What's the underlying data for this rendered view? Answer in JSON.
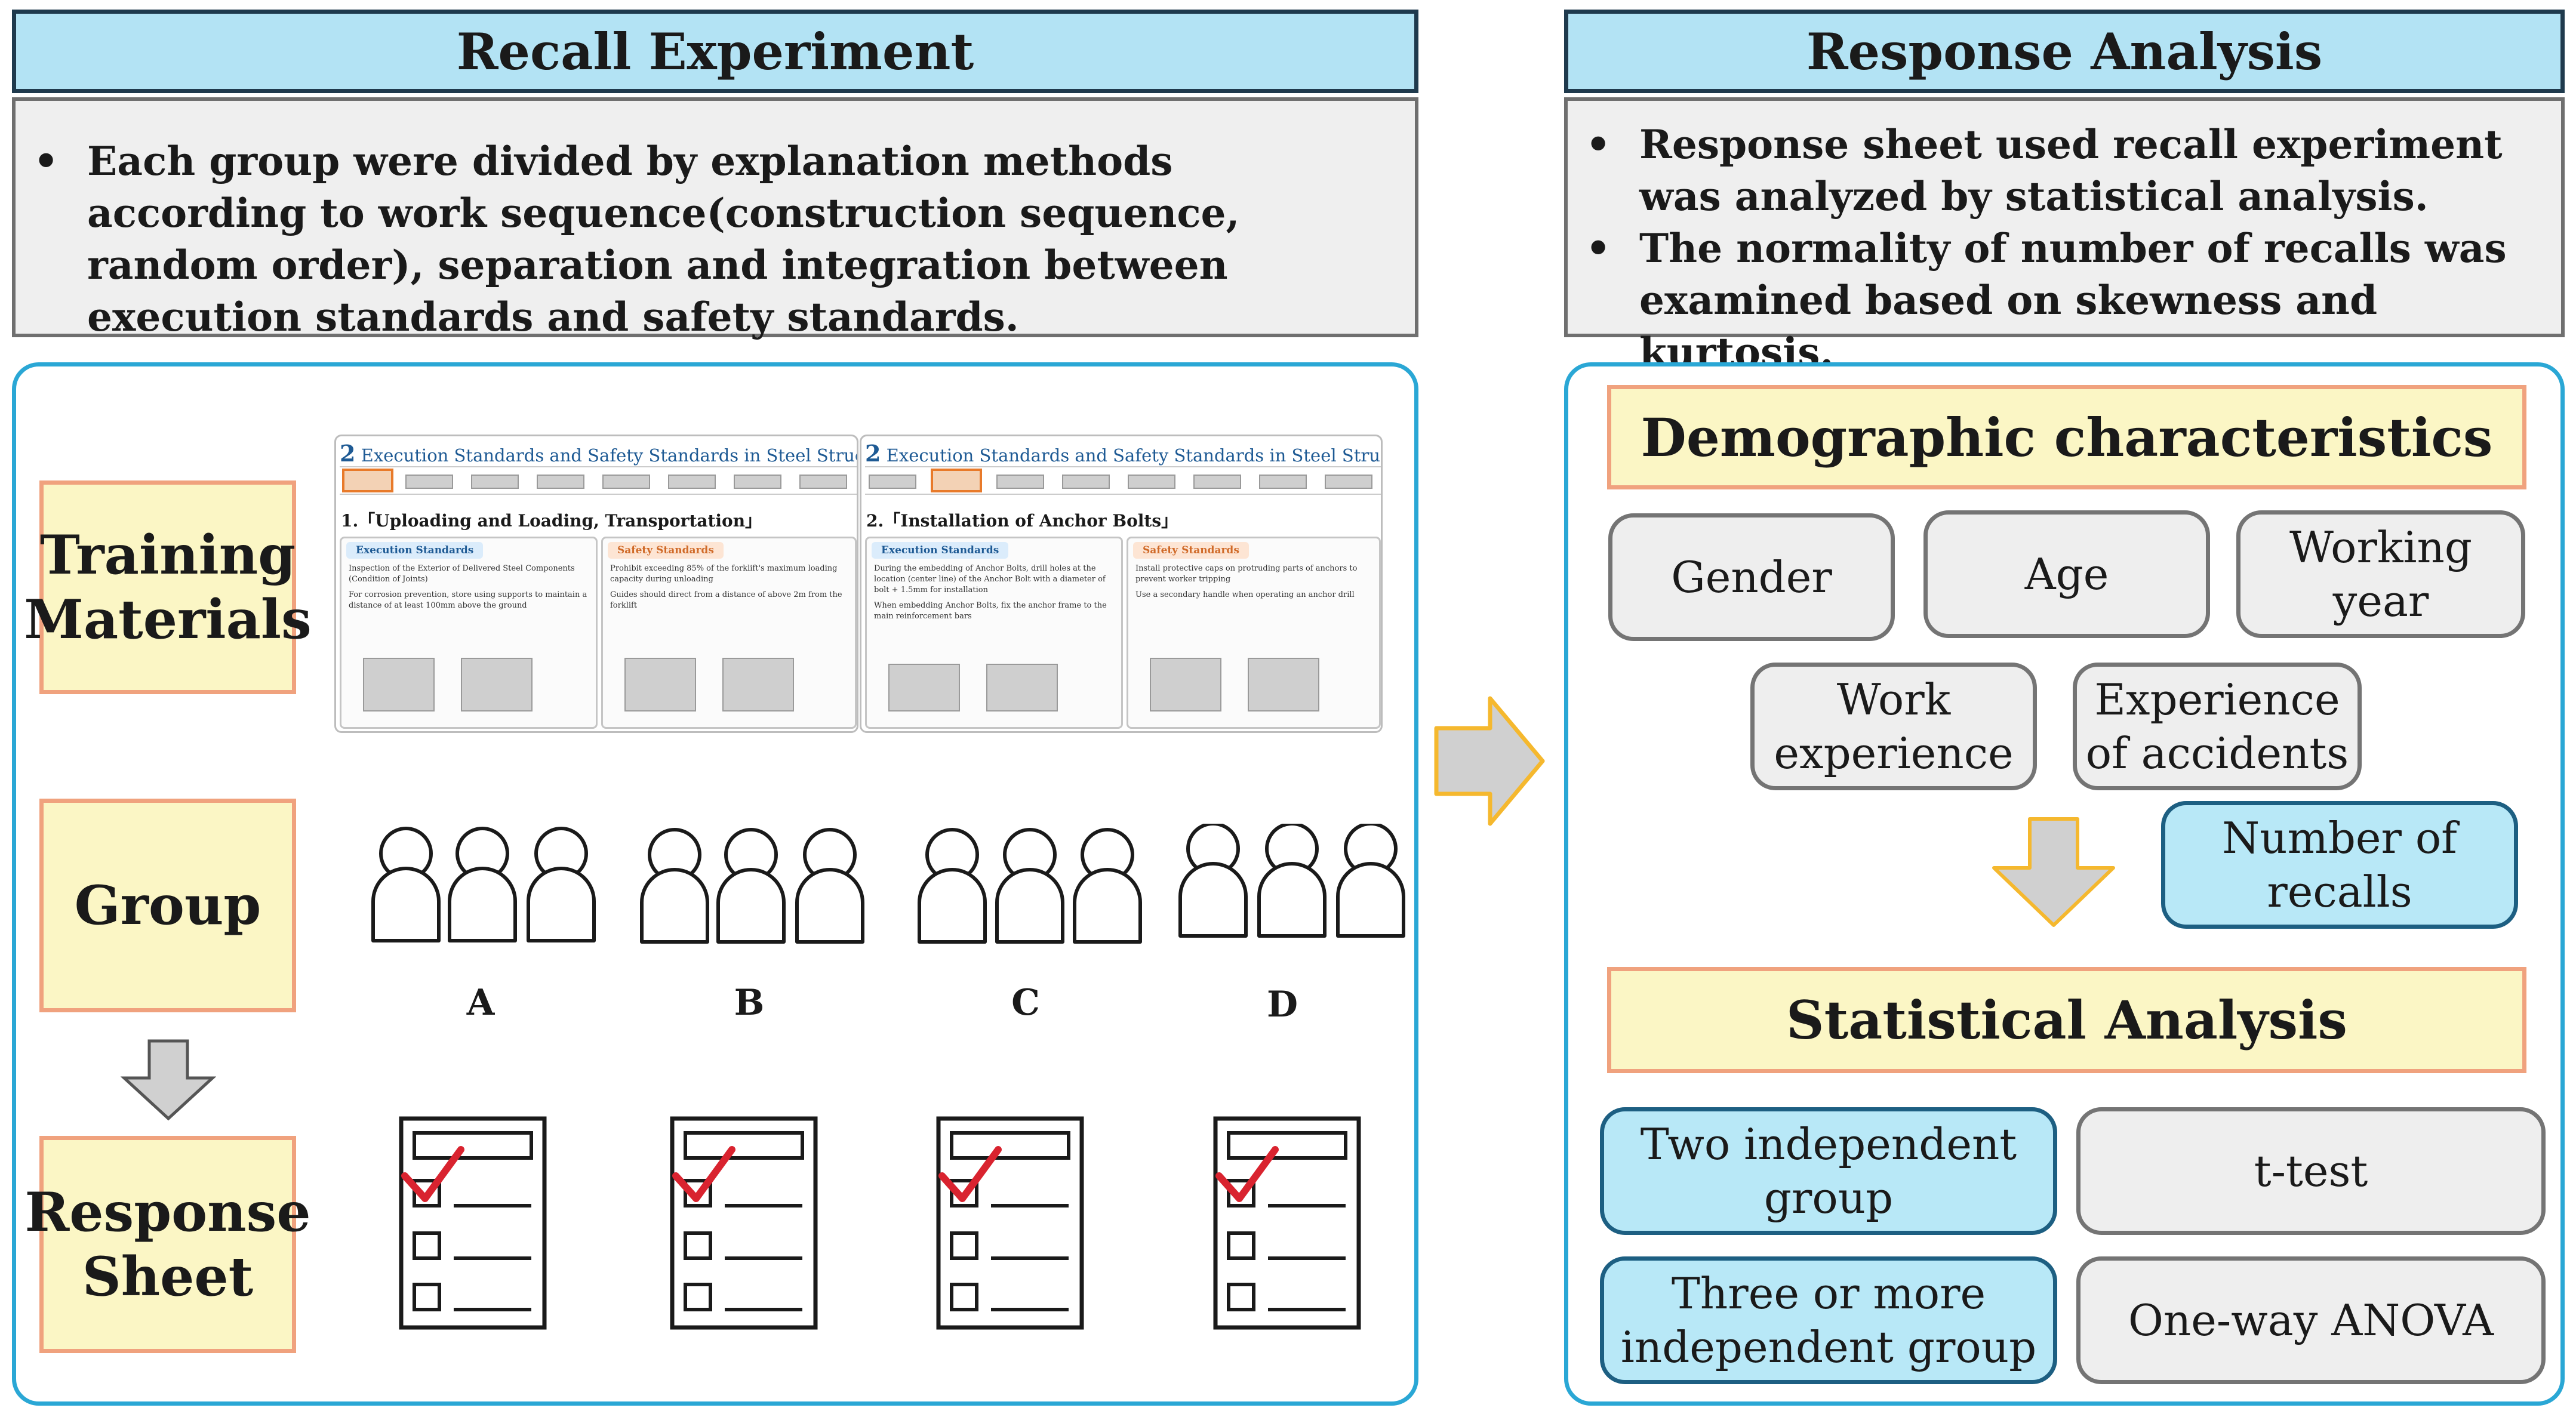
{
  "recall": {
    "header": "Recall Experiment",
    "description": [
      "Each group were divided by explanation methods according to work sequence(construction sequence, random order), separation and integration between execution standards and safety standards."
    ],
    "labels": {
      "training": [
        "Training",
        "Materials"
      ],
      "group": "Group",
      "response": [
        "Response",
        "Sheet"
      ]
    },
    "groups": [
      "A",
      "B",
      "C",
      "D"
    ],
    "slides": [
      {
        "number": "2",
        "title": "Execution Standards and Safety Standards in Steel Structure",
        "subtitle": "1.「Uploading and Loading, Transportation」",
        "execution_header": "Execution Standards",
        "safety_header": "Safety Standards",
        "execution_text": [
          "Inspection of the Exterior of Delivered Steel Components (Condition of Joints)",
          "For corrosion prevention, store using supports to maintain a distance of at least 100mm above the ground"
        ],
        "safety_text": [
          "Prohibit exceeding 85% of the forklift's maximum loading capacity during unloading",
          "Guides should direct from a distance of above 2m from the forklift"
        ]
      },
      {
        "number": "2",
        "title": "Execution Standards and Safety Standards in Steel Structure",
        "subtitle": "2.「Installation of Anchor Bolts」",
        "execution_header": "Execution Standards",
        "safety_header": "Safety Standards",
        "execution_text": [
          "During the embedding of Anchor Bolts, drill holes at the location (center line) of the Anchor Bolt with a diameter of bolt + 1.5mm for installation",
          "When embedding Anchor Bolts, fix the anchor frame to the main reinforcement bars"
        ],
        "safety_text": [
          "Install protective caps on protruding parts of anchors to prevent worker tripping",
          "Use a secondary handle when operating an anchor drill"
        ]
      }
    ]
  },
  "analysis": {
    "header": "Response Analysis",
    "description": [
      "Response sheet used recall experiment was analyzed by statistical analysis.",
      "The normality of number of recalls was examined based on skewness and kurtosis."
    ],
    "demographic_title": "Demographic characteristics",
    "demographics": [
      [
        "Gender"
      ],
      [
        "Age"
      ],
      [
        "Working",
        "year"
      ],
      [
        "Work",
        "experience"
      ],
      [
        "Experience",
        "of accidents"
      ]
    ],
    "recalls": [
      "Number of",
      "recalls"
    ],
    "statistical_title": "Statistical Analysis",
    "tests": [
      {
        "group": [
          "Two independent",
          "group"
        ],
        "test": "t-test"
      },
      {
        "group": [
          "Three or more",
          "independent group"
        ],
        "test": "One-way ANOVA"
      }
    ]
  },
  "colors": {
    "header_fill": "#b3e3f4",
    "panel_border": "#2aa7d5",
    "label_fill": "#fbf6c5",
    "label_border": "#f0a27e",
    "check_mark": "#d9232f",
    "arrow_fill": "#d0d0d0",
    "big_arrow_border": "#f5b82e"
  }
}
